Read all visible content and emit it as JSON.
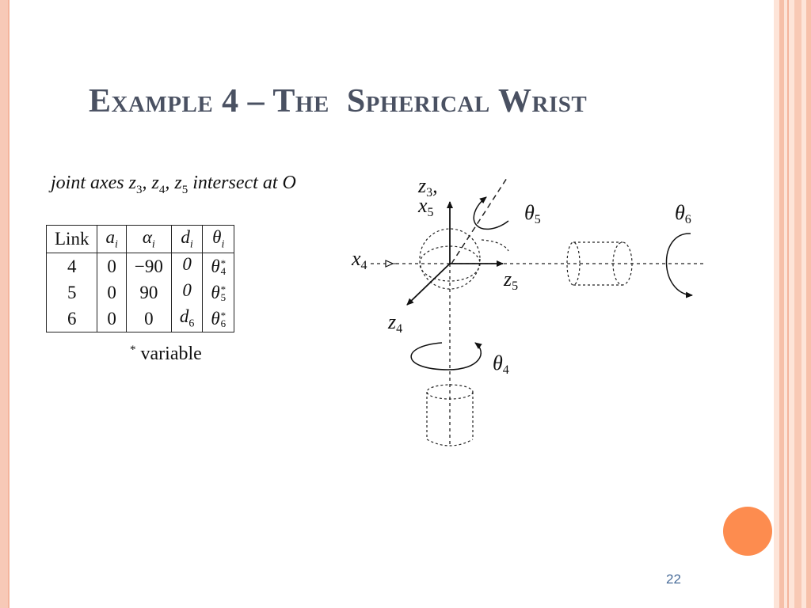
{
  "slide": {
    "title": "Example 4 – The  Spherical Wrist",
    "caption": {
      "prefix": "joint axes ",
      "z": "z",
      "z3_sub": "3",
      "z4_sub": "4",
      "z5_sub": "5",
      "suffix": " intersect at O"
    },
    "table": {
      "headers": [
        {
          "sym": "Link",
          "sub": ""
        },
        {
          "sym": "a",
          "sub": "i"
        },
        {
          "sym": "α",
          "sub": "i"
        },
        {
          "sym": "d",
          "sub": "i"
        },
        {
          "sym": "θ",
          "sub": "i"
        }
      ],
      "rows": [
        {
          "link": "4",
          "a": "0",
          "alpha": "−90",
          "d": "0",
          "d_sub": "",
          "theta": "θ",
          "theta_sup": "*",
          "theta_sub": "4"
        },
        {
          "link": "5",
          "a": "0",
          "alpha": "90",
          "d": "0",
          "d_sub": "",
          "theta": "θ",
          "theta_sup": "*",
          "theta_sub": "5"
        },
        {
          "link": "6",
          "a": "0",
          "alpha": "0",
          "d": "d",
          "d_sub": "6",
          "theta": "θ",
          "theta_sup": "*",
          "theta_sub": "6"
        }
      ]
    },
    "footnote": {
      "star": "*",
      "text": "variable"
    },
    "diagram": {
      "z3": "z",
      "z3_sub": "3",
      "z3_comma": ",",
      "x5": "x",
      "x5_sub": "5",
      "theta5": "θ",
      "theta5_sub": "5",
      "theta6": "θ",
      "theta6_sub": "6",
      "x4": "x",
      "x4_sub": "4",
      "z5": "z",
      "z5_sub": "5",
      "z4": "z",
      "z4_sub": "4",
      "theta4": "θ",
      "theta4_sub": "4"
    },
    "page_number": "22",
    "colors": {
      "title": "#4a5162",
      "accent_circle": "#fd8c4f",
      "frame": "#f7c9b7",
      "page_number": "#4a6d9a"
    }
  }
}
